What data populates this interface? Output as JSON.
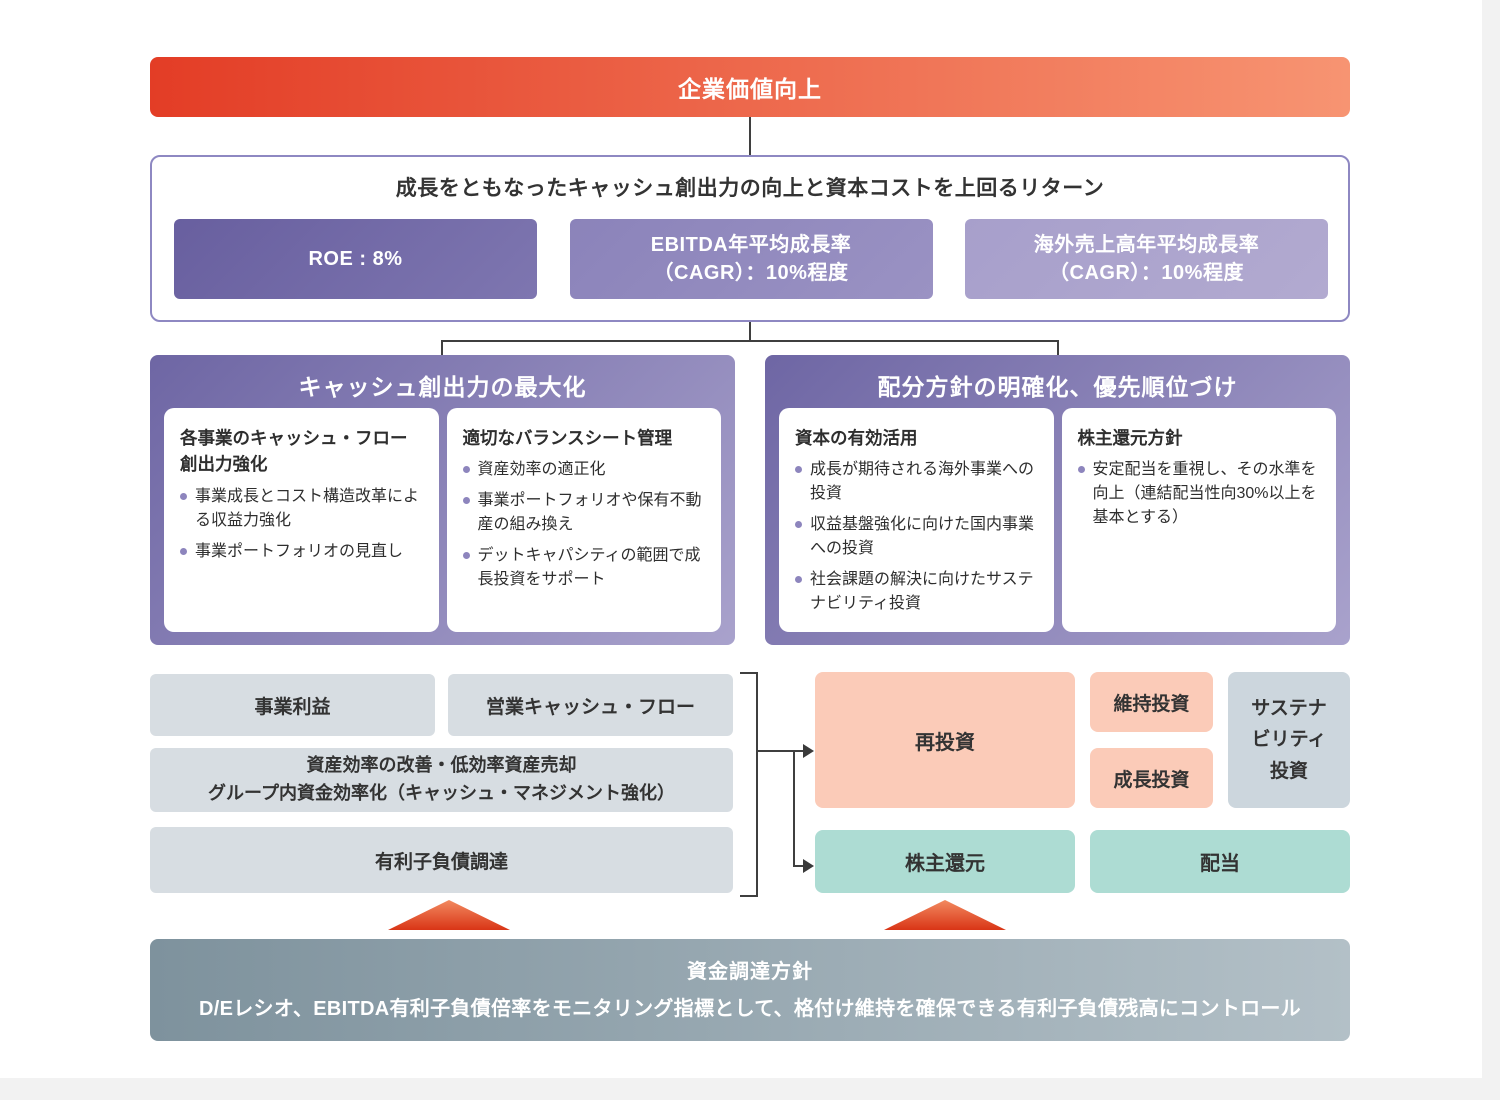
{
  "top_banner": {
    "label": "企業価値向上"
  },
  "kpi_section": {
    "title": "成長をともなったキャッシュ創出力の向上と資本コストを上回るリターン",
    "kpis": [
      {
        "label": "ROE : 8%"
      },
      {
        "label": "EBITDA年平均成長率\n（CAGR）：10%程度"
      },
      {
        "label": "海外売上高年平均成長率\n（CAGR）：10%程度"
      }
    ]
  },
  "panels": [
    {
      "title": "キャッシュ創出力の最大化",
      "cards": [
        {
          "title": "各事業のキャッシュ・フロー創出力強化",
          "bullets": [
            "事業成長とコスト構造改革による収益力強化",
            "事業ポートフォリオの見直し"
          ]
        },
        {
          "title": "適切なバランスシート管理",
          "bullets": [
            "資産効率の適正化",
            "事業ポートフォリオや保有不動産の組み換え",
            "デットキャパシティの範囲で成長投資をサポート"
          ]
        }
      ]
    },
    {
      "title": "配分方針の明確化、優先順位づけ",
      "cards": [
        {
          "title": "資本の有効活用",
          "bullets": [
            "成長が期待される海外事業への投資",
            "収益基盤強化に向けた国内事業への投資",
            "社会課題の解決に向けたサステナビリティ投資"
          ]
        },
        {
          "title": "株主還元方針",
          "bullets": [
            "安定配当を重視し、その水準を向上（連結配当性向30%以上を基本とする）"
          ]
        }
      ]
    }
  ],
  "sources": {
    "operating_profit": "事業利益",
    "operating_cash_flow": "営業キャッシュ・フロー",
    "asset_efficiency": "資産効率の改善・低効率資産売却\nグループ内資金効率化（キャッシュ・マネジメント強化）",
    "debt_financing": "有利子負債調達"
  },
  "allocations": {
    "reinvestment": "再投資",
    "maintenance_investment": "維持投資",
    "growth_investment": "成長投資",
    "sustainability_investment": "サステナ\nビリティ\n投資",
    "shareholder_return": "株主還元",
    "dividend": "配当"
  },
  "funding_banner": {
    "title": "資金調達方針",
    "body": "D/Eレシオ、EBITDA有利子負債倍率をモニタリング指標として、格付け維持を確保できる有利子負債残高にコントロール"
  },
  "colors": {
    "banner_gradient_start": "#e33d26",
    "banner_gradient_end": "#f79472",
    "kpi_dark_purple": "#6c63a3",
    "kpi_mid_purple": "#8e86bc",
    "kpi_light_purple": "#aba3cd",
    "panel_gradient_start": "#6e66a4",
    "panel_gradient_end": "#a9a2cc",
    "bullet_dot": "#8d85bd",
    "source_gray": "#d7dde2",
    "salmon": "#fbcbb8",
    "teal": "#addcd3",
    "sustainability_gray": "#ccd6dd",
    "funding_gradient_start": "#7e929d",
    "funding_gradient_end": "#b3c0c7",
    "triangle_top": "#f28a60",
    "triangle_bottom": "#d93516",
    "connector": "#3f3f3f"
  }
}
